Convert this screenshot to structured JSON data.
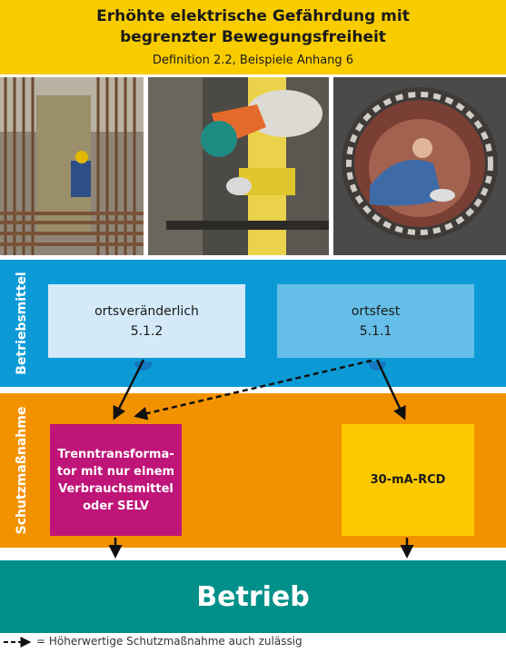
{
  "header": {
    "title_line1": "Erhöhte elektrische Gefährdung mit",
    "title_line2": "begrenzter Bewegungsfreiheit",
    "subtitle": "Definition 2.2, Beispiele Anhang 6"
  },
  "sections": {
    "equipment_label": "Betriebsmittel",
    "protection_label": "Schutzmaßnahme"
  },
  "equipment": {
    "mobile": {
      "line1": "ortsveränderlich",
      "line2": "5.1.2"
    },
    "fixed": {
      "line1": "ortsfest",
      "line2": "5.1.1"
    }
  },
  "protection": {
    "transformer": {
      "line1": "Trenntransforma-",
      "line2": "tor mit nur einem",
      "line3": "Verbrauchsmittel",
      "line4": "oder SELV"
    },
    "rcd": "30-mA-RCD"
  },
  "operation": "Betrieb",
  "legend": "= Höherwertige Schutzmaßnahme auch zulässig",
  "colors": {
    "header_yellow": "#f9cc00",
    "equipment_blue": "#0b9ad6",
    "protection_orange": "#f39200",
    "operation_teal": "#009089",
    "transformer_magenta": "#bf1478",
    "rcd_yellow": "#fcc900"
  }
}
